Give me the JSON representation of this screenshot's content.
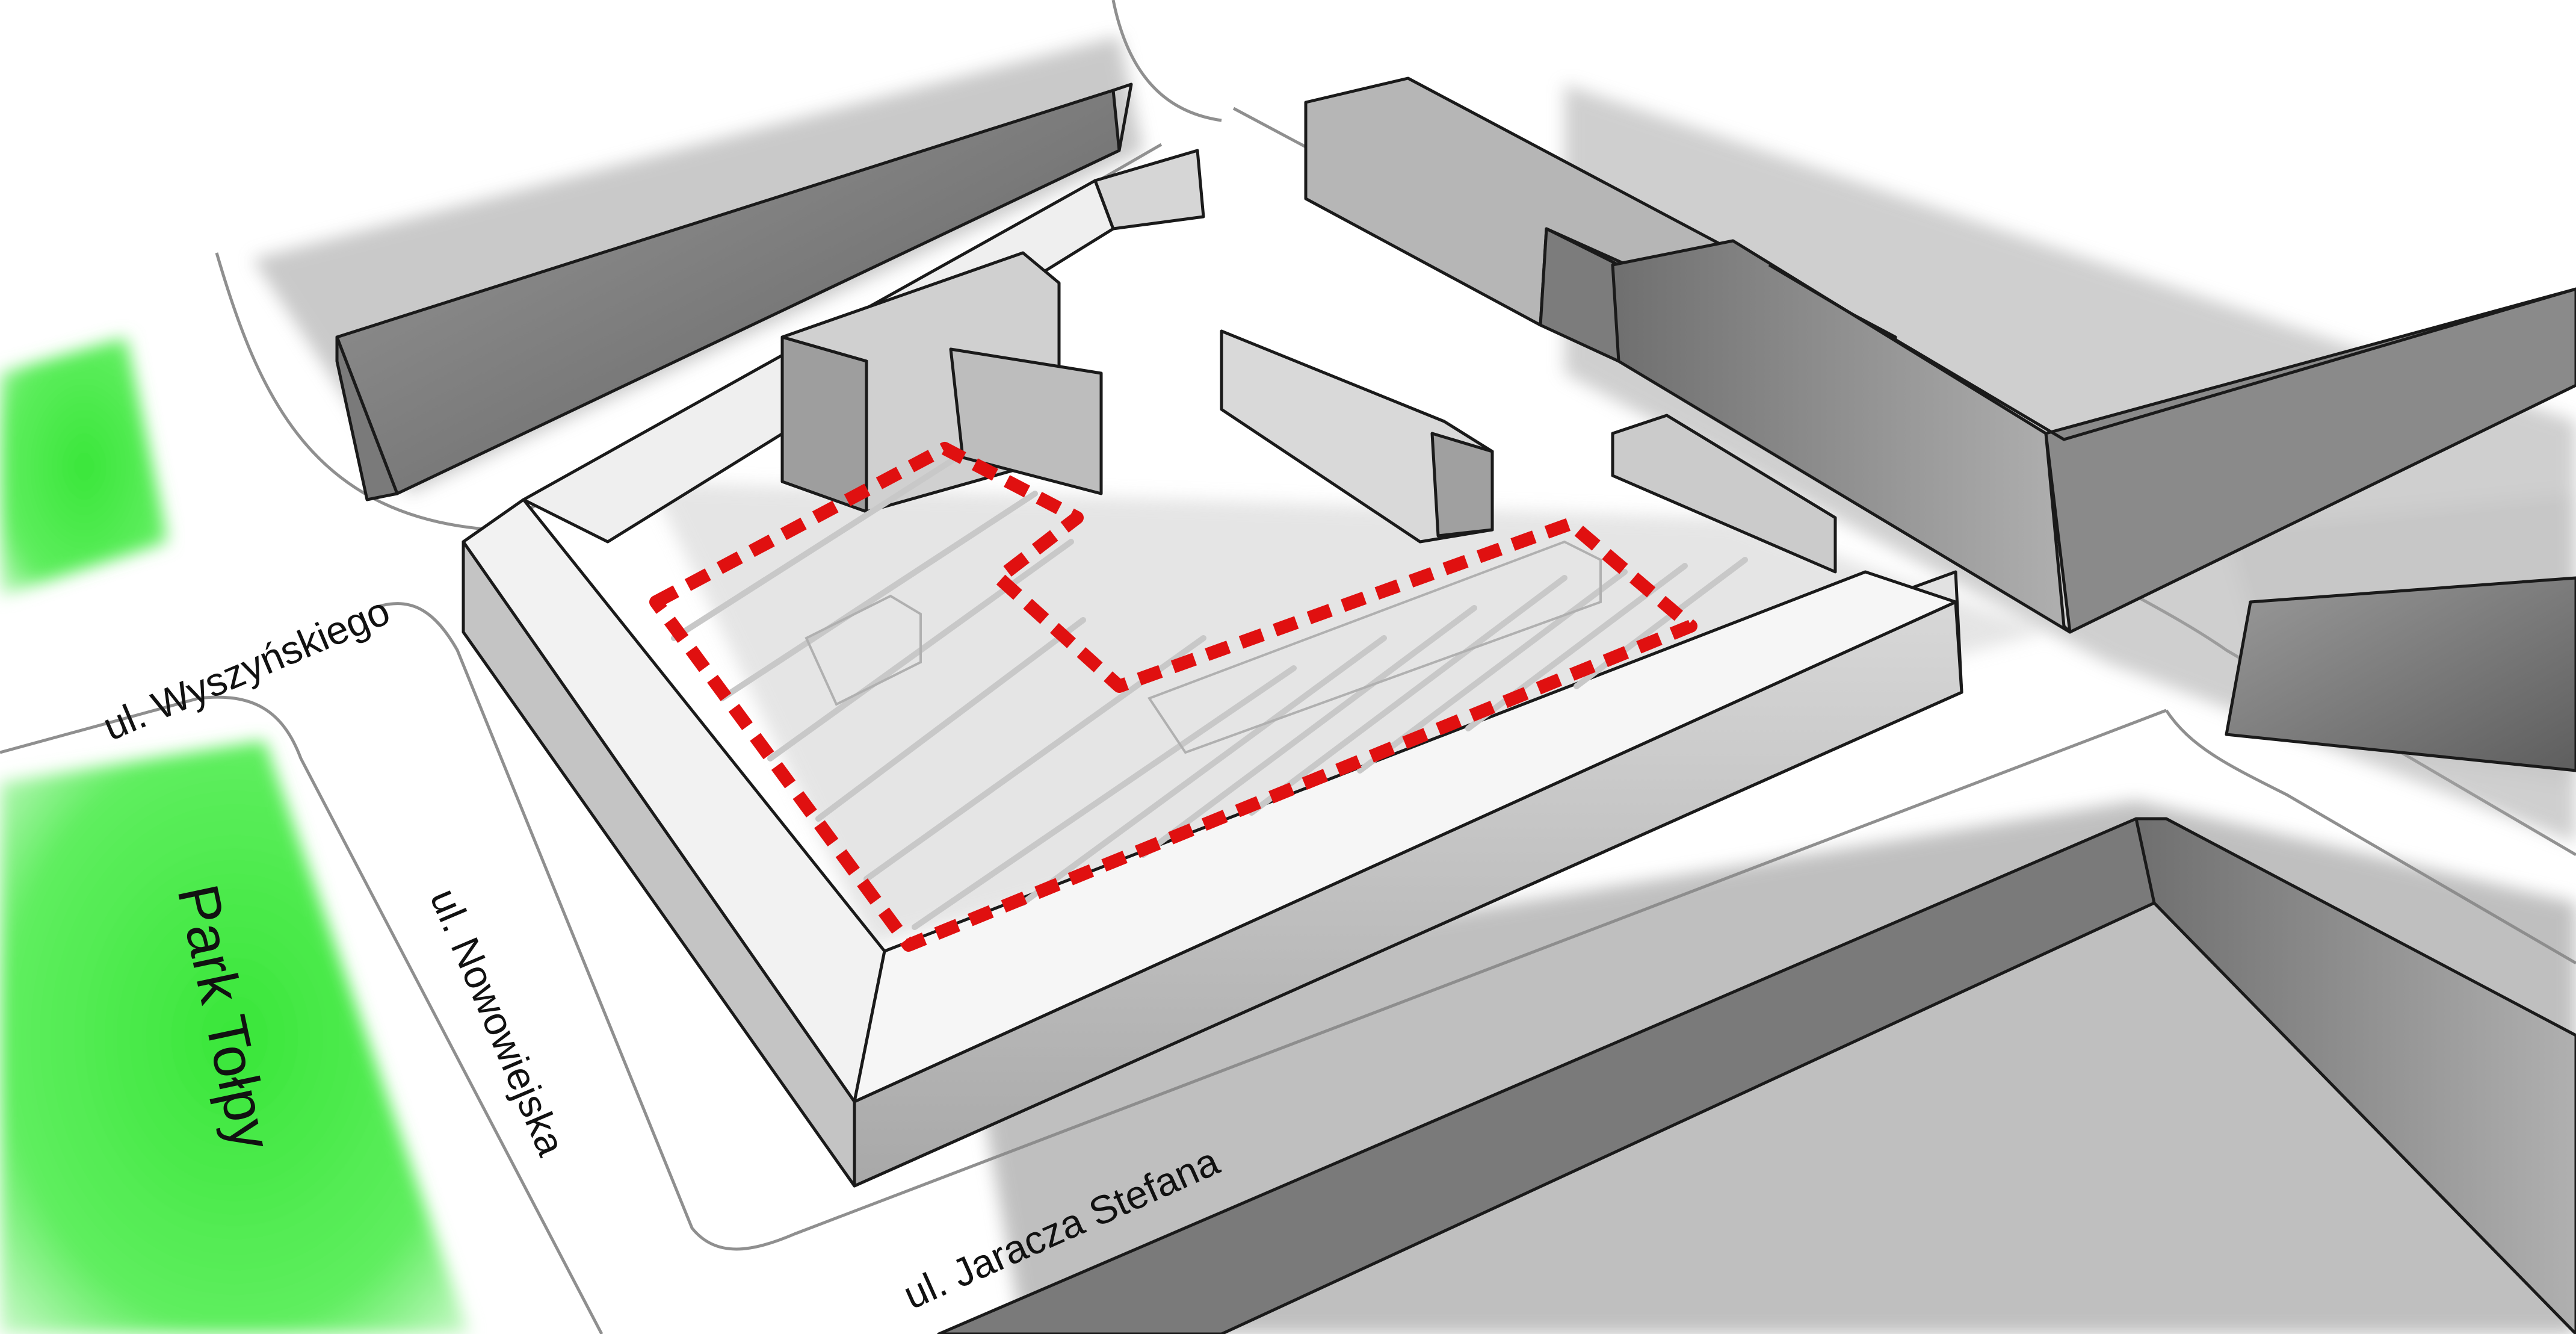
{
  "labels": {
    "street_wyszynskiego": "ul. Wyszyńskiego",
    "street_nowowiejska": "ul. Nowowiejska",
    "street_jaracza": "ul. Jaracza Stefana",
    "park": "Park Tołpy"
  },
  "colors": {
    "park_green": "#39e639",
    "site_outline": "#e01010",
    "hatch": "#c8c8c8",
    "building_roof": "#f4f4f4",
    "building_wall_light": "#cfcfcf",
    "building_wall_dark": "#8a8a8a",
    "ink": "#1a1a1a"
  }
}
